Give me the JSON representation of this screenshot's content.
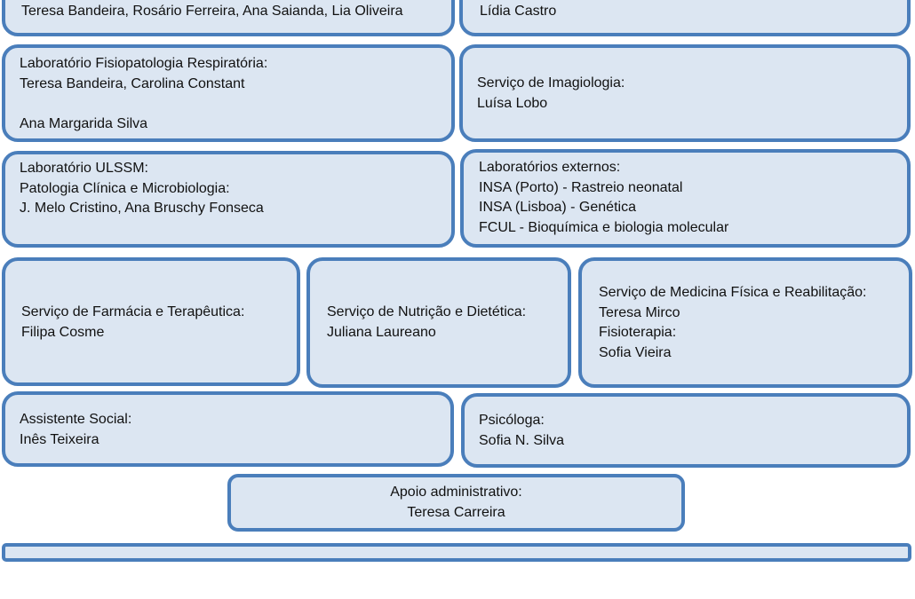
{
  "boxes": {
    "top_left": {
      "lines": [
        "Teresa Bandeira, Rosário Ferreira, Ana Saianda, Lia Oliveira"
      ]
    },
    "top_right": {
      "lines": [
        "Lídia Castro"
      ]
    },
    "lab_fisio": {
      "lines": [
        "Laboratório Fisiopatologia Respiratória:",
        "Teresa Bandeira, Carolina Constant",
        "",
        "Ana Margarida Silva"
      ]
    },
    "imagiologia": {
      "lines": [
        "Serviço de Imagiologia:",
        "Luísa Lobo"
      ]
    },
    "lab_ulssm": {
      "lines": [
        "Laboratório ULSSM:",
        "Patologia Clínica e Microbiologia:",
        "J. Melo Cristino, Ana Bruschy Fonseca"
      ]
    },
    "lab_externos": {
      "lines": [
        "Laboratórios externos:",
        "INSA (Porto) - Rastreio neonatal",
        "INSA (Lisboa) - Genética",
        "FCUL - Bioquímica e biologia molecular"
      ]
    },
    "farmacia": {
      "lines": [
        "Serviço de Farmácia e Terapêutica:",
        "Filipa Cosme"
      ]
    },
    "nutricao": {
      "lines": [
        "Serviço de Nutrição e Dietética:",
        "Juliana Laureano"
      ]
    },
    "medicina_fisica": {
      "lines": [
        "Serviço de Medicina Física e Reabilitação:",
        "Teresa Mirco",
        "Fisioterapia:",
        "Sofia Vieira"
      ]
    },
    "assistente_social": {
      "lines": [
        "Assistente Social:",
        "Inês Teixeira"
      ]
    },
    "psicologa": {
      "lines": [
        "Psicóloga:",
        "Sofia N. Silva"
      ]
    },
    "apoio": {
      "lines": [
        "Apoio administrativo:",
        "Teresa Carreira"
      ]
    }
  },
  "colors": {
    "fill": "#dce6f2",
    "border": "#4a7ebb"
  }
}
